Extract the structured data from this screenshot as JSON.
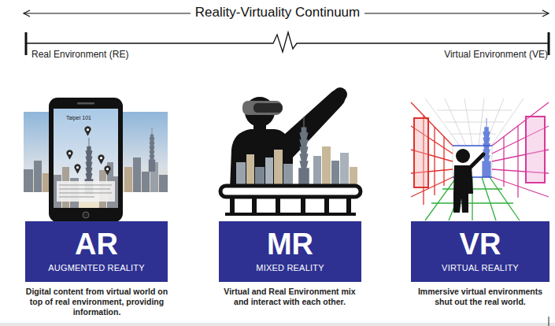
{
  "diagram": {
    "title": "Reality-Virtuality Continuum",
    "nodes": [
      {
        "text": [
          "AR",
          "AUGMENTED REALITY"
        ]
      },
      {
        "text": [
          "MR",
          "MIXED REALITY"
        ]
      },
      {
        "text": [
          "VR",
          "VIRTUAL REALITY"
        ]
      }
    ],
    "labels": [
      "Real Environment (RE)",
      "Virtual Environment (VE)",
      "Taipei 101",
      "Digital content from virtual world on top of real environment, providing information.",
      "Virtual and Real Environment mix and interact with each other.",
      "Immersive virtual environments shut out the real world."
    ]
  }
}
